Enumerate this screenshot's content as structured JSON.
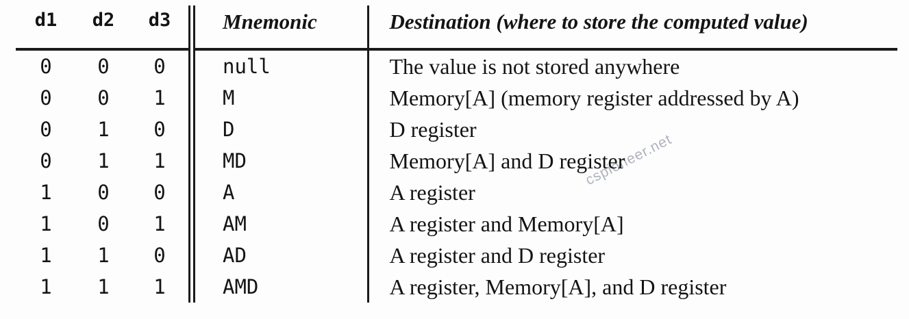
{
  "table": {
    "columns": [
      {
        "key": "d1",
        "label": "d1"
      },
      {
        "key": "d2",
        "label": "d2"
      },
      {
        "key": "d3",
        "label": "d3"
      },
      {
        "key": "mnemonic",
        "label": "Mnemonic"
      },
      {
        "key": "destination",
        "label": "Destination (where to store the computed value)"
      }
    ],
    "rows": [
      {
        "d1": "0",
        "d2": "0",
        "d3": "0",
        "mnemonic": "null",
        "destination": "The value is not stored anywhere"
      },
      {
        "d1": "0",
        "d2": "0",
        "d3": "1",
        "mnemonic": "M",
        "destination": "Memory[A] (memory register addressed by A)"
      },
      {
        "d1": "0",
        "d2": "1",
        "d3": "0",
        "mnemonic": "D",
        "destination": "D register"
      },
      {
        "d1": "0",
        "d2": "1",
        "d3": "1",
        "mnemonic": "MD",
        "destination": "Memory[A] and D register"
      },
      {
        "d1": "1",
        "d2": "0",
        "d3": "0",
        "mnemonic": "A",
        "destination": "A register"
      },
      {
        "d1": "1",
        "d2": "0",
        "d3": "1",
        "mnemonic": "AM",
        "destination": "A register and Memory[A]"
      },
      {
        "d1": "1",
        "d2": "1",
        "d3": "0",
        "mnemonic": "AD",
        "destination": "A register and D register"
      },
      {
        "d1": "1",
        "d2": "1",
        "d3": "1",
        "mnemonic": "AMD",
        "destination": "A register, Memory[A], and D register"
      }
    ]
  },
  "watermark": {
    "text": "cspioneer.net"
  },
  "colors": {
    "text": "#141414",
    "rule": "#1b1b1b",
    "background": "#fdfdfd",
    "watermark": "#9499a8"
  }
}
